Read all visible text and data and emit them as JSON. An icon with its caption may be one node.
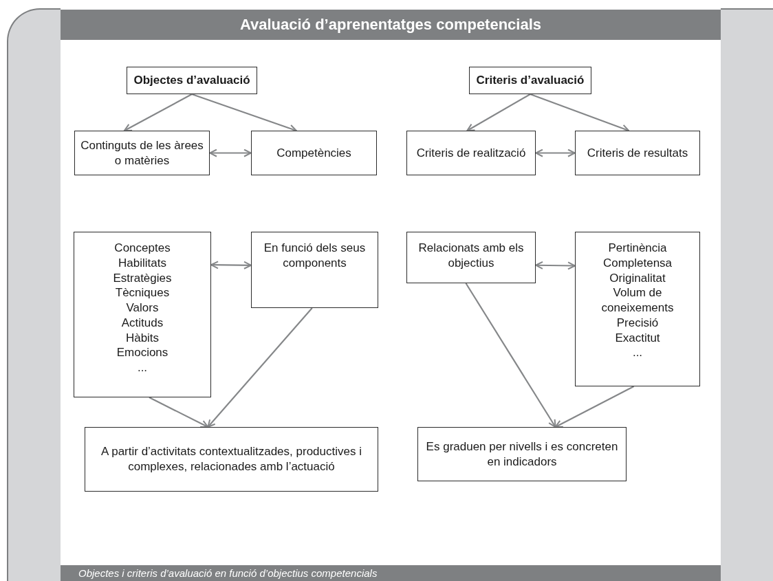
{
  "diagram": {
    "title": "Avaluació d’aprenentatges competencials",
    "caption": "Objectes i criteris d’avaluació en funció d’objectius competencials",
    "nodes": [
      {
        "text": [
          "Objectes d’avaluació"
        ]
      },
      {
        "text": [
          "Continguts de les àrees o matèries"
        ]
      },
      {
        "text": [
          "Competències"
        ]
      },
      {
        "text": [
          "Criteris d’avaluació"
        ]
      },
      {
        "text": [
          "Criteris de realització"
        ]
      },
      {
        "text": [
          "Criteris de resultats"
        ]
      },
      {
        "text": [
          "Conceptes",
          "Habilitats",
          "Estratègies",
          "Tècniques",
          "Valors",
          "Actituds",
          "Hàbits",
          "Emocions",
          "..."
        ]
      },
      {
        "text": [
          "En funció dels seus components"
        ]
      },
      {
        "text": [
          "A partir d’activitats contextualitzades, productives i complexes, relacionades amb l’actuació"
        ]
      },
      {
        "text": [
          "Relacionats amb els objectius"
        ]
      },
      {
        "text": [
          "Pertinència",
          "Completensa",
          "Originalitat",
          "Volum de coneixements",
          "Precisió",
          "Exactitut",
          "..."
        ]
      },
      {
        "text": [
          "Es graduen per nivells i es concreten en indicadors"
        ]
      }
    ],
    "edges": [
      {
        "from": 0,
        "to": 1,
        "arrow": "to"
      },
      {
        "from": 0,
        "to": 2,
        "arrow": "to"
      },
      {
        "from": 1,
        "to": 2,
        "arrow": "both"
      },
      {
        "from": 3,
        "to": 4,
        "arrow": "to"
      },
      {
        "from": 3,
        "to": 5,
        "arrow": "to"
      },
      {
        "from": 4,
        "to": 5,
        "arrow": "both"
      },
      {
        "from": 6,
        "to": 7,
        "arrow": "both"
      },
      {
        "from": 9,
        "to": 10,
        "arrow": "both"
      },
      {
        "from": 6,
        "to": 8,
        "arrow": "to"
      },
      {
        "from": 7,
        "to": 8,
        "arrow": "to"
      },
      {
        "from": 9,
        "to": 11,
        "arrow": "to"
      },
      {
        "from": 10,
        "to": 11,
        "arrow": "to"
      }
    ]
  }
}
